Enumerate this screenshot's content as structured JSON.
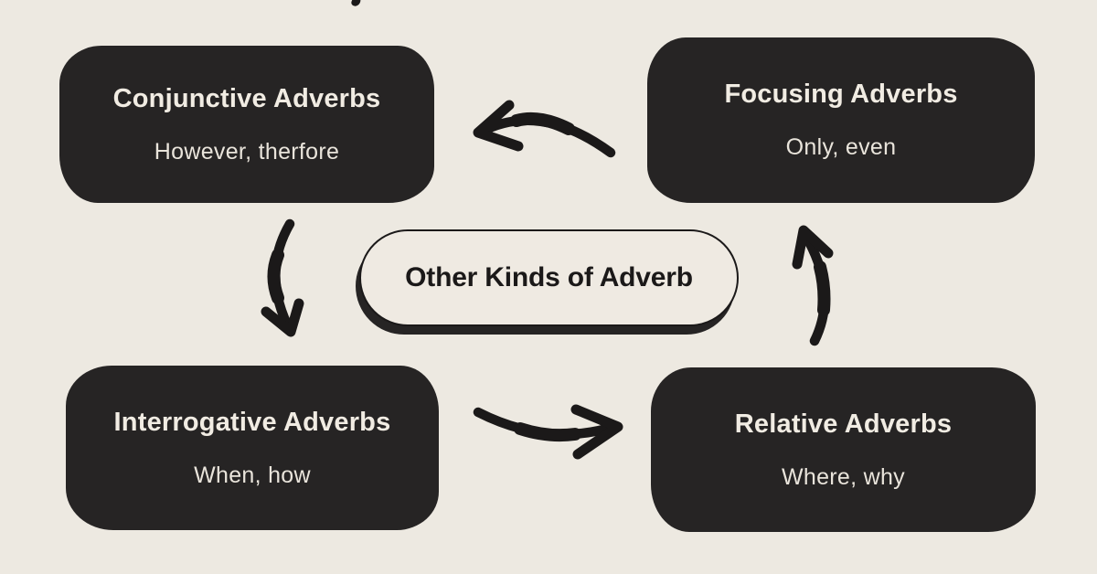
{
  "theme": {
    "bg": "#EDE9E1",
    "ink": "#1B1919",
    "box_fill": "#262424",
    "box_text": "#F1ECE3",
    "pill_fill": "#EFEAE2",
    "pill_shadow": "#262424",
    "center_text": "#1B1919"
  },
  "center": {
    "title": "Other Kinds of Adverb"
  },
  "boxes": [
    {
      "id": "conjunctive",
      "title": "Conjunctive Adverbs",
      "examples": "However, therfore"
    },
    {
      "id": "focusing",
      "title": "Focusing Adverbs",
      "examples": "Only, even"
    },
    {
      "id": "interrogative",
      "title": "Interrogative Adverbs",
      "examples": "When, how"
    },
    {
      "id": "relative",
      "title": "Relative Adverbs",
      "examples": "Where, why"
    }
  ],
  "arrows": [
    {
      "name": "arrow-focusing-to-conjunctive",
      "direction": "left"
    },
    {
      "name": "arrow-conjunctive-to-interrogative",
      "direction": "down"
    },
    {
      "name": "arrow-interrogative-to-relative",
      "direction": "right"
    },
    {
      "name": "arrow-relative-to-focusing",
      "direction": "up"
    }
  ]
}
